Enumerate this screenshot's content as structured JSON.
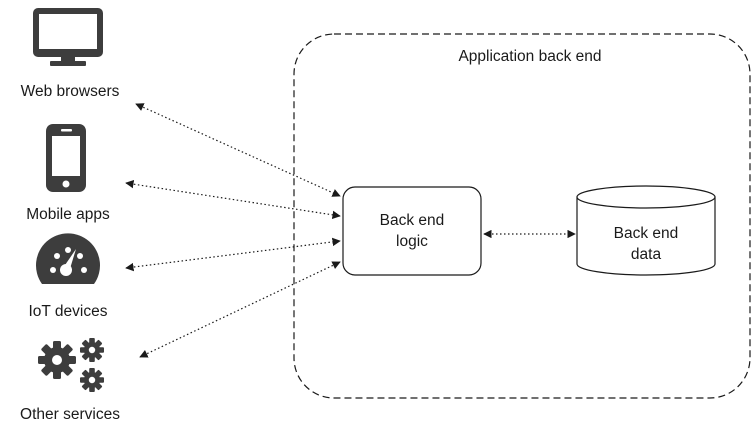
{
  "region_title": "Application back end",
  "clients": [
    {
      "label": "Web browsers",
      "icon": "monitor-icon"
    },
    {
      "label": "Mobile apps",
      "icon": "smartphone-icon"
    },
    {
      "label": "IoT devices",
      "icon": "gauge-icon"
    },
    {
      "label": "Other services",
      "icon": "gears-icon"
    }
  ],
  "logic": {
    "line1": "Back end",
    "line2": "logic"
  },
  "datastore": {
    "line1": "Back end",
    "line2": "data"
  },
  "colors": {
    "icon": "#3d3d3d",
    "stroke": "#1a1a1a",
    "text": "#1a1a1a"
  }
}
